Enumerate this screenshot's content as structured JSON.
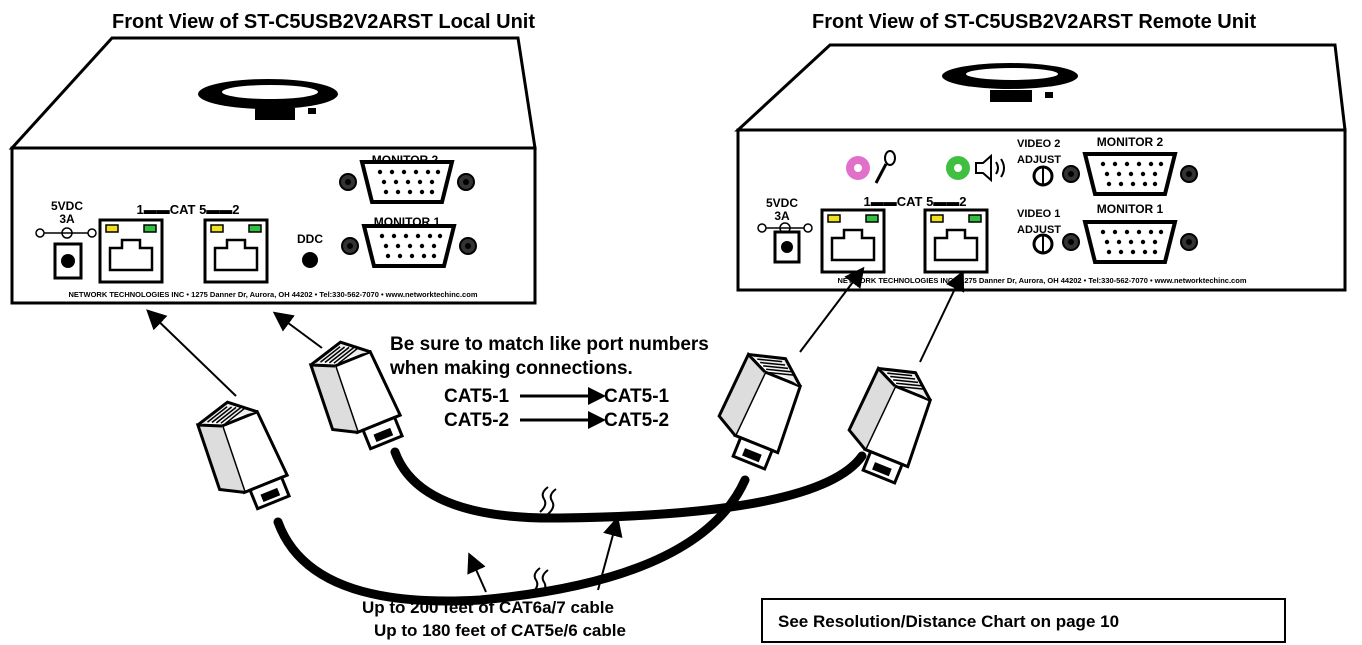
{
  "local_unit": {
    "title": "Front View of ST-C5USB2V2ARST Local Unit",
    "power_label_1": "5VDC",
    "power_label_2": "3A",
    "cat_label": "1▬▬CAT 5▬▬2",
    "ddc_label": "DDC",
    "monitor2_label": "MONITOR 2",
    "monitor1_label": "MONITOR 1",
    "footer": "NETWORK  TECHNOLOGIES INC • 1275 Danner Dr, Aurora, OH 44202 • Tel:330-562-7070 • www.networktechinc.com"
  },
  "remote_unit": {
    "title": "Front View of ST-C5USB2V2ARST Remote Unit",
    "power_label_1": "5VDC",
    "power_label_2": "3A",
    "cat_label": "1▬▬CAT 5▬▬2",
    "video2_label": "VIDEO 2",
    "video1_label": "VIDEO 1",
    "adjust_label": "ADJUST",
    "monitor2_label": "MONITOR 2",
    "monitor1_label": "MONITOR 1",
    "footer": "NETWORK  TECHNOLOGIES INC • 1275 Danner Dr, Aurora, OH 44202 • Tel:330-562-7070 • www.networktechinc.com"
  },
  "instructions": {
    "line1": "Be sure to match like port numbers",
    "line2": "when making connections.",
    "map": [
      {
        "from": "CAT5-1",
        "to": "CAT5-1"
      },
      {
        "from": "CAT5-2",
        "to": "CAT5-2"
      }
    ]
  },
  "cable_note": {
    "line1": "Up to 200 feet of CAT6a/7 cable",
    "line2": "Up to 180 feet of CAT5e/6 cable"
  },
  "chart_note": "See Resolution/Distance Chart on page 10",
  "colors": {
    "mic_jack": "#e070c8",
    "speaker_jack": "#40c040",
    "led_yellow": "#f0e020",
    "led_green": "#30c040"
  }
}
